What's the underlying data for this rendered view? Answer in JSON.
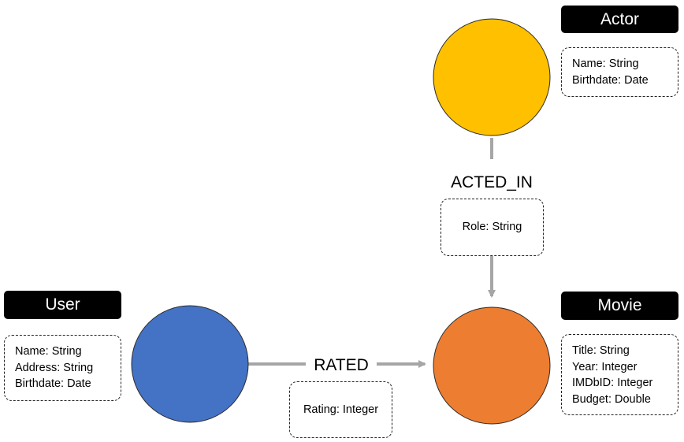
{
  "colors": {
    "actor_node": "#FFC000",
    "movie_node": "#ED7D31",
    "user_node": "#4472C4",
    "edge": "#A6A6A6",
    "label_bg": "#000000"
  },
  "nodes": {
    "actor": {
      "label": "Actor",
      "properties": [
        "Name: String",
        "Birthdate: Date"
      ]
    },
    "movie": {
      "label": "Movie",
      "properties": [
        "Title: String",
        "Year: Integer",
        "IMDbID: Integer",
        "Budget: Double"
      ]
    },
    "user": {
      "label": "User",
      "properties": [
        "Name: String",
        "Address: String",
        "Birthdate: Date"
      ]
    }
  },
  "relationships": {
    "acted_in": {
      "label": "ACTED_IN",
      "properties": [
        "Role: String"
      ]
    },
    "rated": {
      "label": "RATED",
      "properties": [
        "Rating: Integer"
      ]
    }
  }
}
